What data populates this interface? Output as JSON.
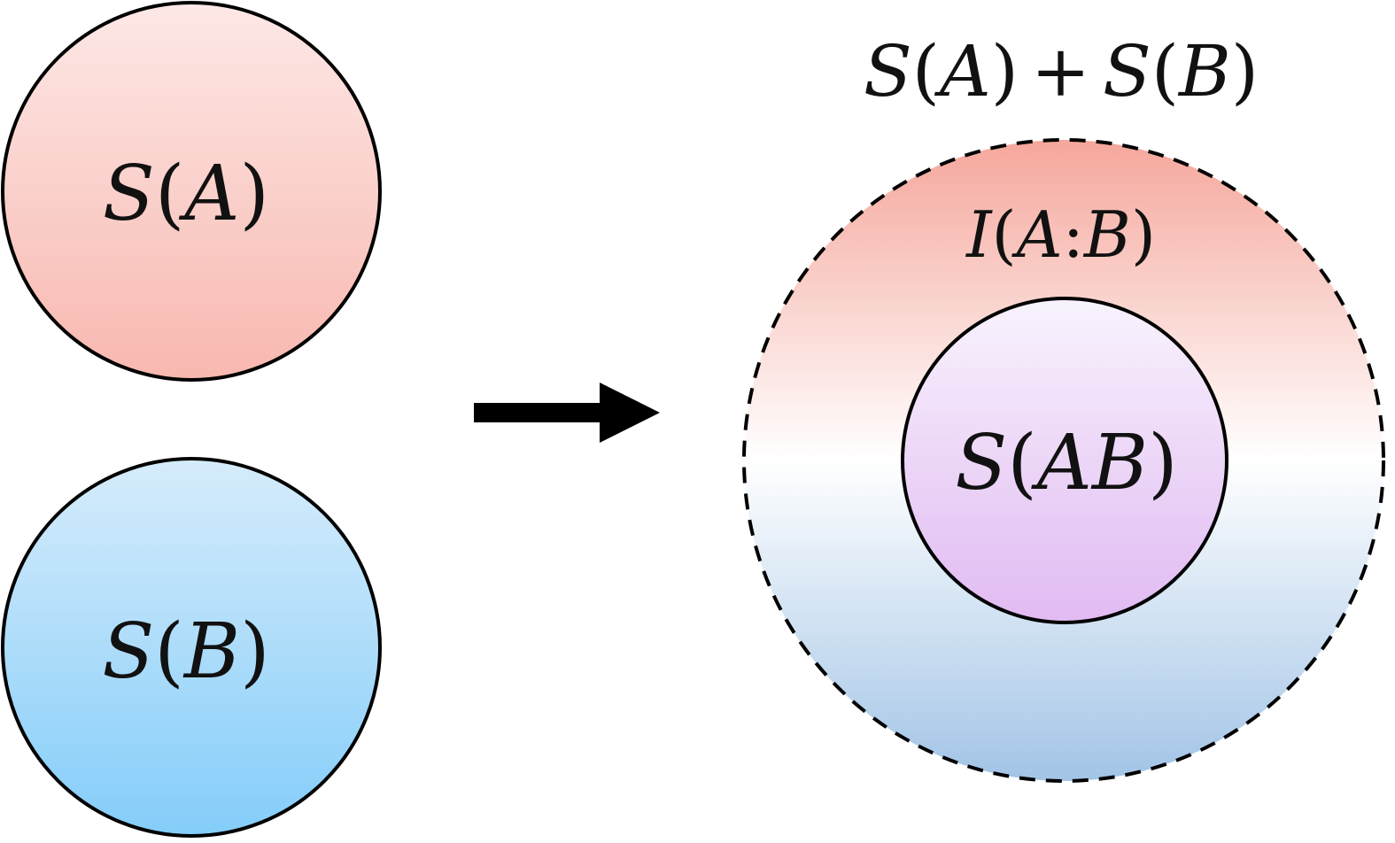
{
  "diagram": {
    "left": {
      "circle_a": {
        "label": {
          "fn": "S",
          "open": "(",
          "arg": "A",
          "close": ")"
        },
        "fill_top": "#fde8e6",
        "fill_bottom": "#f8b8b0"
      },
      "circle_b": {
        "label": {
          "fn": "S",
          "open": "(",
          "arg": "B",
          "close": ")"
        },
        "fill_top": "#d6ecfb",
        "fill_bottom": "#84cdfa"
      }
    },
    "arrow": {
      "color": "#000000"
    },
    "right": {
      "sum_label": {
        "fn1": "S",
        "open1": "(",
        "arg1": "A",
        "close1": ")",
        "plus": "+",
        "fn2": "S",
        "open2": "(",
        "arg2": "B",
        "close2": ")"
      },
      "outer": {
        "label": {
          "fn": "I",
          "open": "(",
          "arg1": "A",
          "colon": ":",
          "arg2": "B",
          "close": ")"
        },
        "fill_top": "#f5a79c",
        "fill_mid": "#ffffff",
        "fill_bottom": "#a2c4e6",
        "border": "dashed"
      },
      "inner": {
        "label": {
          "fn": "S",
          "open": "(",
          "arg": "AB",
          "close": ")"
        },
        "fill_top": "#f8f3fd",
        "fill_bottom": "#e1baf2"
      }
    }
  }
}
